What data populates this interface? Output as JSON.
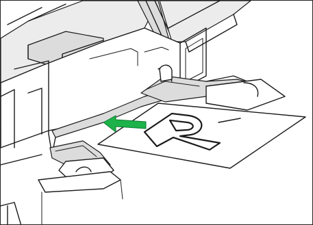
{
  "figure": {
    "type": "illustration",
    "subject": "printer-bypass-tray-paper-loading",
    "paper_mark": "R",
    "arrow_direction": "left",
    "colors": {
      "arrow": "#1db34a",
      "line": "#1a1a1a",
      "shade": "#dcdcdc",
      "background": "#ffffff"
    }
  }
}
